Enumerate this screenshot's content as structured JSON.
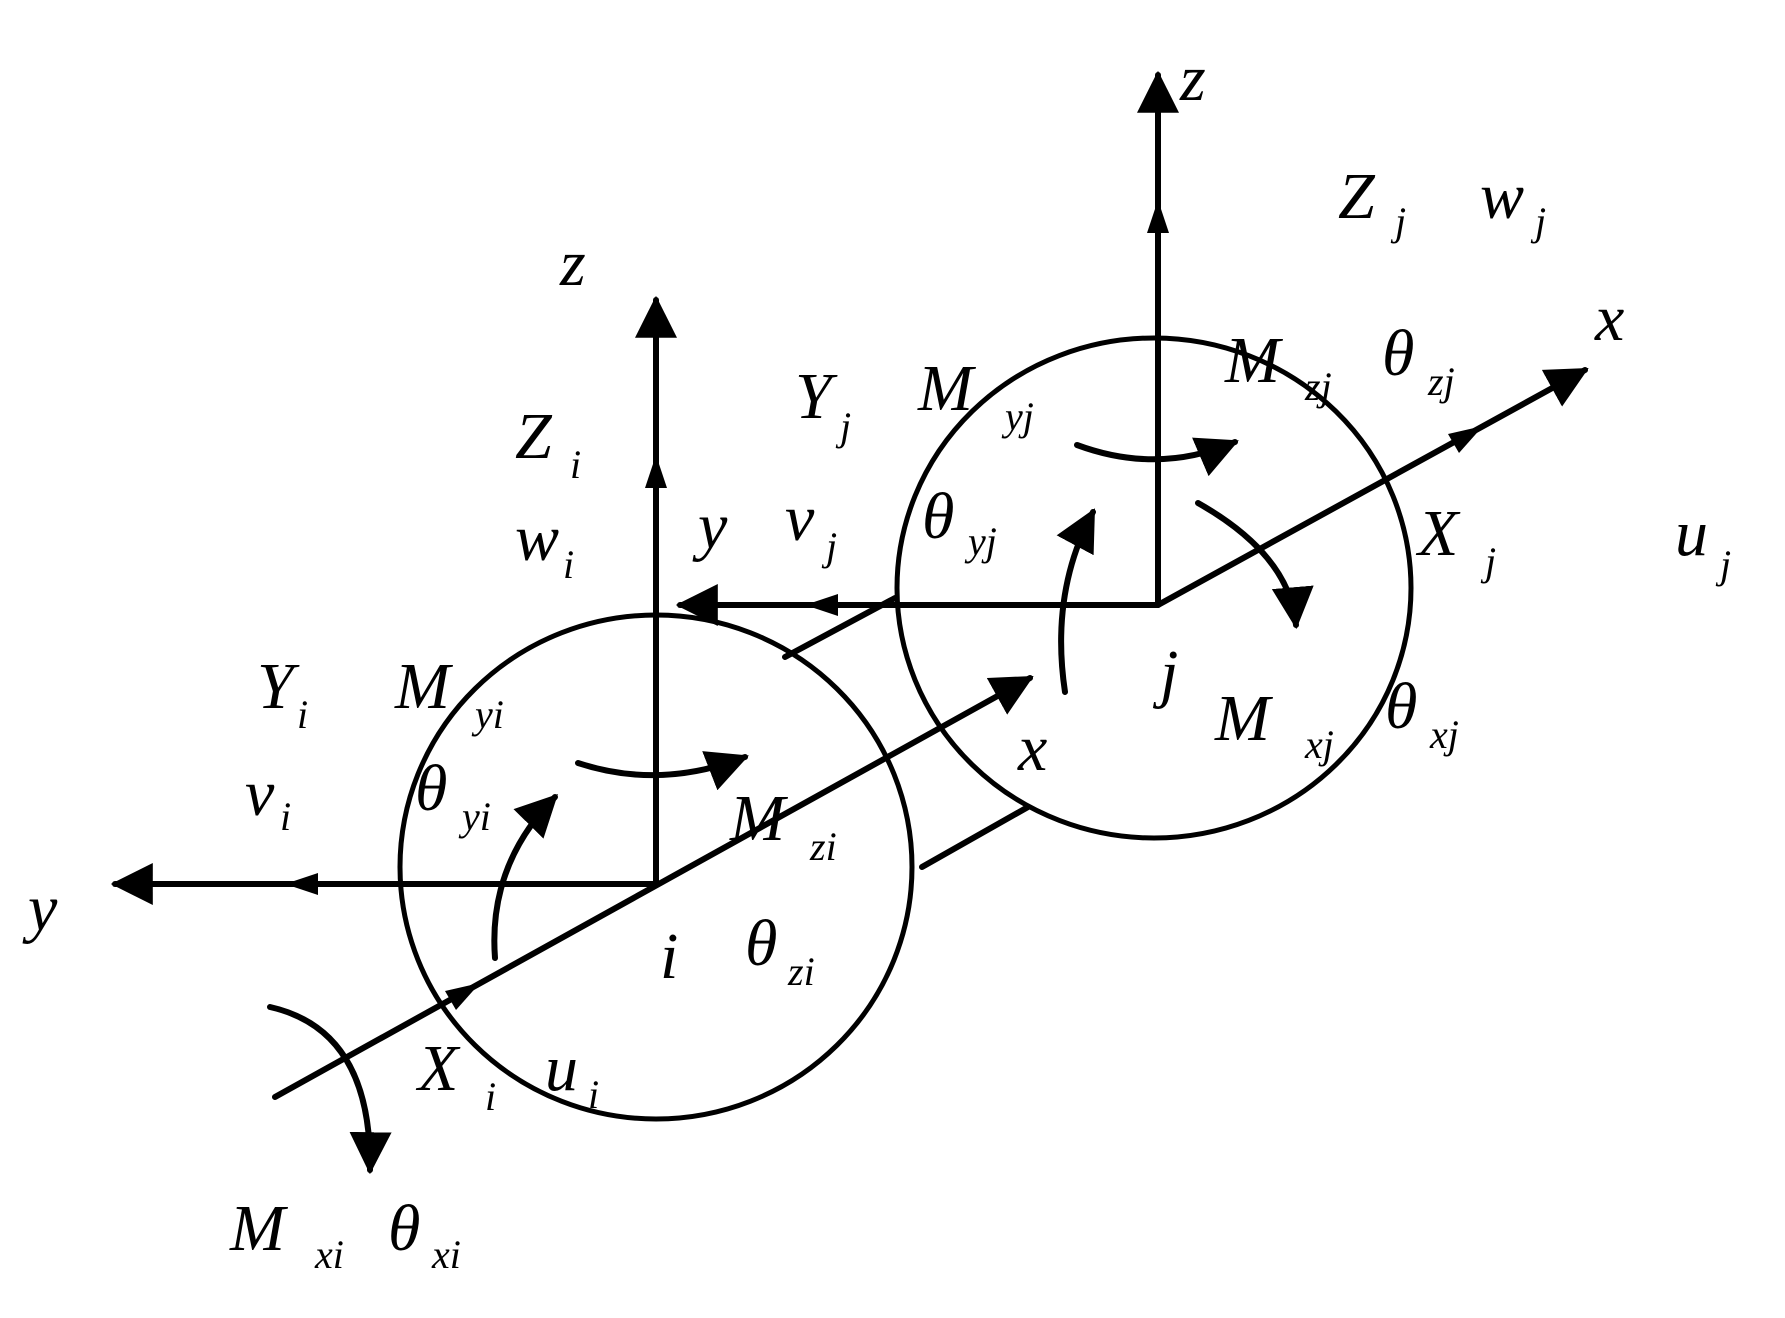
{
  "axes": {
    "node_i": {
      "z": "z",
      "y": "y",
      "x": "x"
    },
    "node_j": {
      "z": "z",
      "y": "y",
      "x": "x"
    }
  },
  "nodes": {
    "i": "i",
    "j": "j"
  },
  "labels": [
    {
      "id": "Zi",
      "main": "Z",
      "sub": "i"
    },
    {
      "id": "wi",
      "main": "w",
      "sub": "i"
    },
    {
      "id": "Yi",
      "main": "Y",
      "sub": "i"
    },
    {
      "id": "vi",
      "main": "v",
      "sub": "i"
    },
    {
      "id": "Myi",
      "main": "M",
      "sub": "yi"
    },
    {
      "id": "thyi",
      "main": "θ",
      "sub": "yi"
    },
    {
      "id": "Mzi",
      "main": "M",
      "sub": "zi"
    },
    {
      "id": "thzi",
      "main": "θ",
      "sub": "zi"
    },
    {
      "id": "Xi",
      "main": "X",
      "sub": "i"
    },
    {
      "id": "ui",
      "main": "u",
      "sub": "i"
    },
    {
      "id": "Mxi",
      "main": "M",
      "sub": "xi"
    },
    {
      "id": "thxi",
      "main": "θ",
      "sub": "xi"
    },
    {
      "id": "Zj",
      "main": "Z",
      "sub": "j"
    },
    {
      "id": "wj",
      "main": "w",
      "sub": "j"
    },
    {
      "id": "Yj",
      "main": "Y",
      "sub": "j"
    },
    {
      "id": "vj",
      "main": "v",
      "sub": "j"
    },
    {
      "id": "Myj",
      "main": "M",
      "sub": "yj"
    },
    {
      "id": "thyj",
      "main": "θ",
      "sub": "yj"
    },
    {
      "id": "Mzj",
      "main": "M",
      "sub": "zj"
    },
    {
      "id": "thzj",
      "main": "θ",
      "sub": "zj"
    },
    {
      "id": "Xj",
      "main": "X",
      "sub": "j"
    },
    {
      "id": "uj",
      "main": "u",
      "sub": "j"
    },
    {
      "id": "Mxj",
      "main": "M",
      "sub": "xj"
    },
    {
      "id": "thxj",
      "main": "θ",
      "sub": "xj"
    }
  ]
}
